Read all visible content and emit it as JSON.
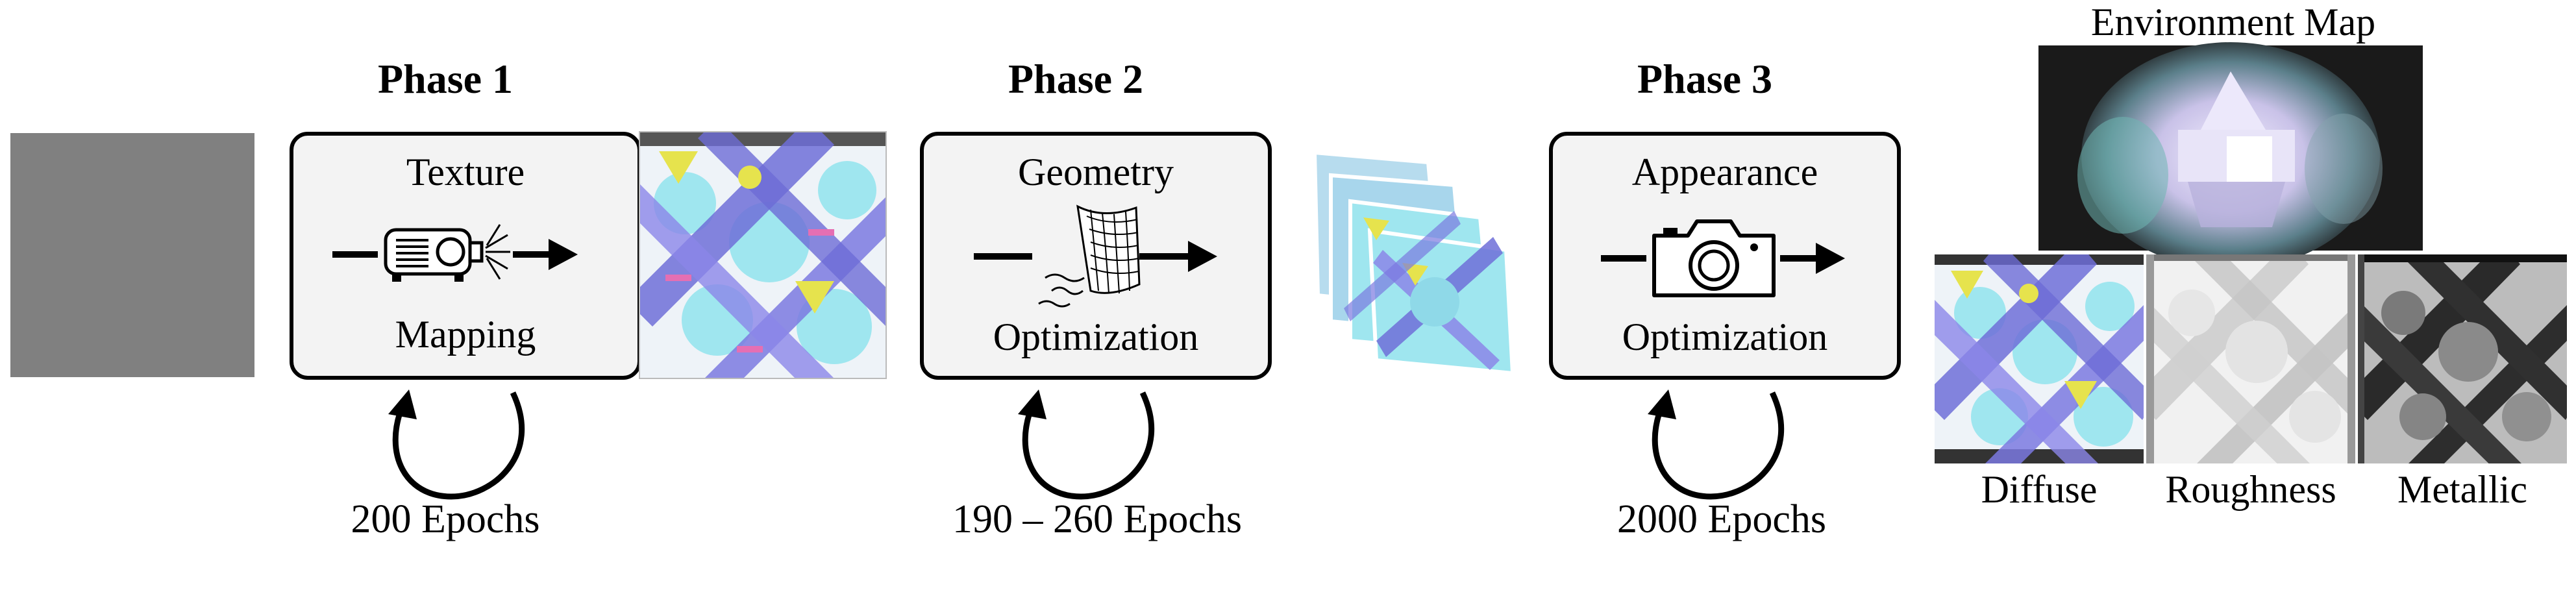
{
  "phases": [
    {
      "title": "Phase 1",
      "label_top": "Texture",
      "label_bottom": "Mapping",
      "epochs": "200 Epochs",
      "icon": "projector-icon"
    },
    {
      "title": "Phase 2",
      "label_top": "Geometry",
      "label_bottom": "Optimization",
      "epochs": "190 – 260 Epochs",
      "icon": "deforming-mesh-icon"
    },
    {
      "title": "Phase 3",
      "label_top": "Appearance",
      "label_bottom": "Optimization",
      "epochs": "2000 Epochs",
      "icon": "camera-icon"
    }
  ],
  "environment_map": {
    "label": "Environment Map"
  },
  "material_maps": [
    "Diffuse",
    "Roughness",
    "Metallic"
  ],
  "colors": {
    "box_fill": "#f3f3f3",
    "stroke": "#000000",
    "gray_input": "#808080",
    "env_background": "#1a1a1a"
  }
}
